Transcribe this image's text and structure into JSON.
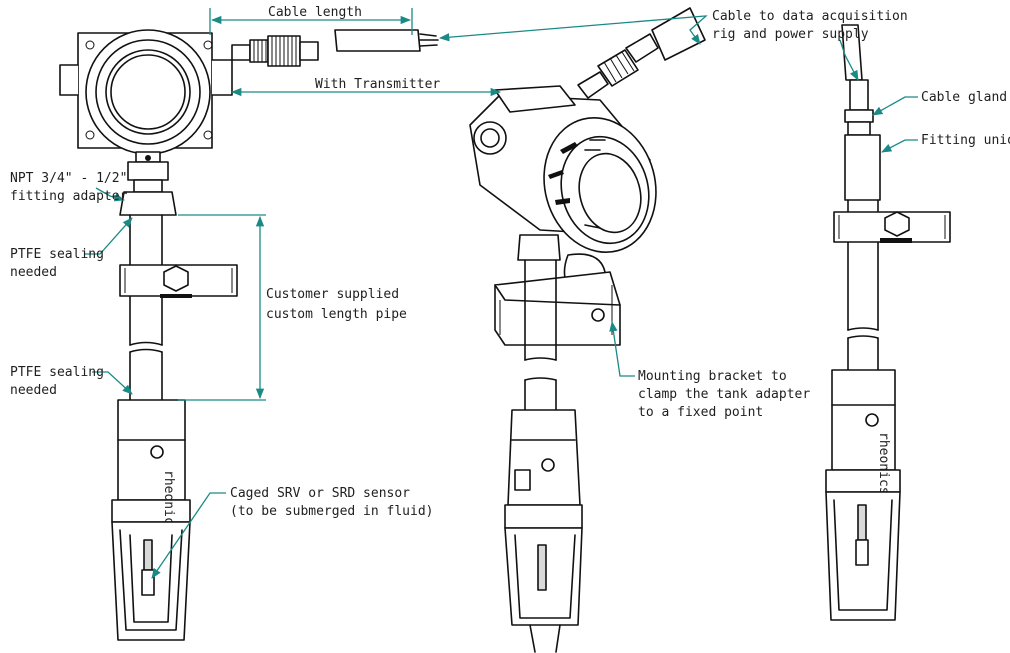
{
  "labels": {
    "cable_length": "Cable length",
    "cable_to_daq_line1": "Cable to data acquisition",
    "cable_to_daq_line2": "rig and power supply",
    "with_transmitter": "With Transmitter",
    "cable_gland": "Cable gland",
    "fitting_union": "Fitting union",
    "npt_adapter_line1": "NPT 3/4\" - 1/2\"",
    "npt_adapter_line2": "fitting adapter",
    "ptfe_top_line1": "PTFE sealing",
    "ptfe_top_line2": "needed",
    "customer_pipe_line1": "Customer supplied",
    "customer_pipe_line2": "custom length pipe",
    "ptfe_bottom_line1": "PTFE sealing",
    "ptfe_bottom_line2": "needed",
    "mounting_line1": "Mounting bracket to",
    "mounting_line2": "clamp the tank adapter",
    "mounting_line3": "to a fixed point",
    "sensor_line1": "Caged SRV or SRD sensor",
    "sensor_line2": "(to be submerged in fluid)",
    "brand_mark": "rheonics"
  },
  "colors": {
    "annotation": "#1a8a86",
    "line_art": "#111111",
    "background": "#ffffff"
  }
}
